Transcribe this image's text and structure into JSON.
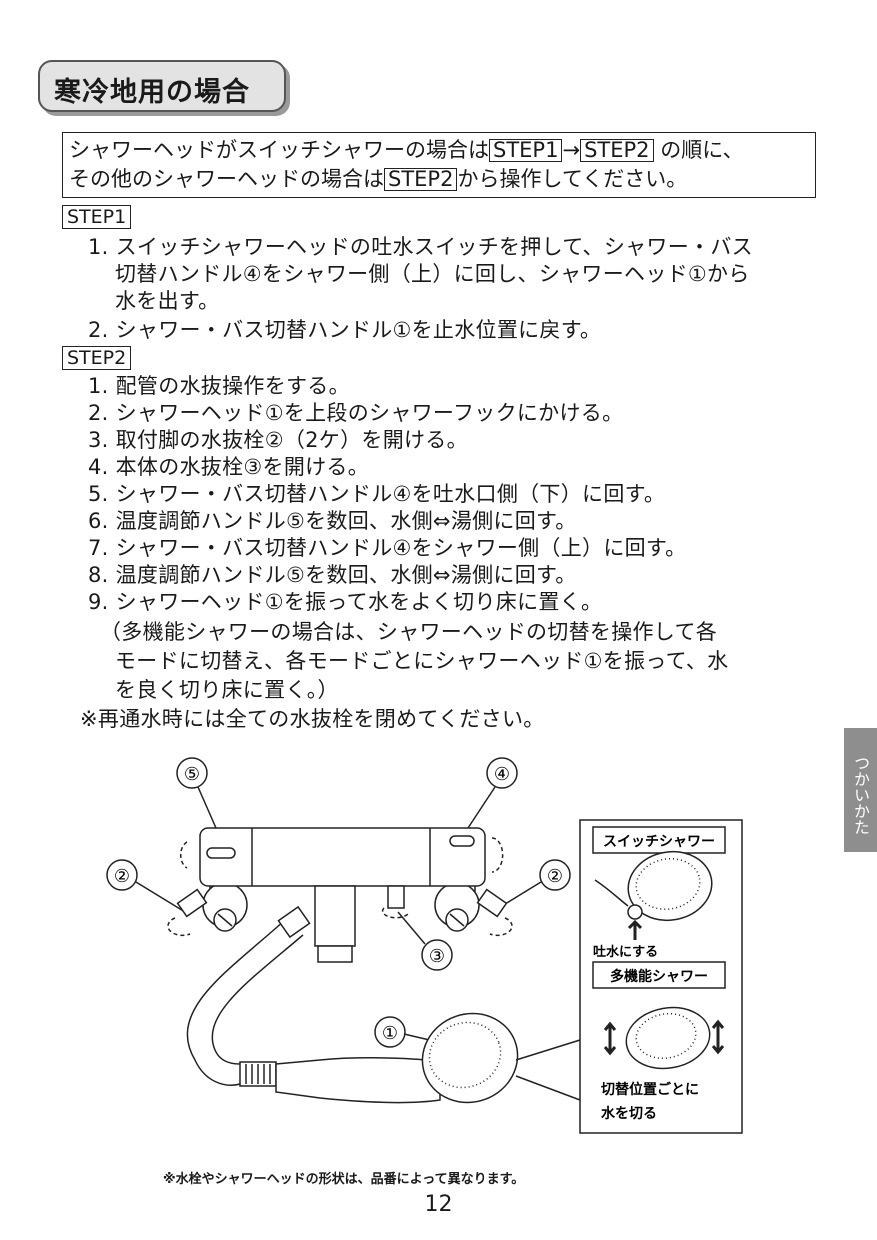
{
  "title": "寒冷地用の場合",
  "intro": {
    "l1_a": "シャワーヘッドがスイッチシャワーの場合は",
    "step1": "STEP1",
    "arrow": "→",
    "step2": "STEP2",
    "l1_b": "の順に、",
    "l2_a": "その他のシャワーヘッドの場合は",
    "l2_b": "から操作してください。"
  },
  "step1": {
    "label": "STEP1",
    "lines": [
      "1. スイッチシャワーヘッドの吐水スイッチを押して、シャワー・バス",
      "切替ハンドル④をシャワー側（上）に回し、シャワーヘッド①から",
      "水を出す。",
      "2. シャワー・バス切替ハンドル①を止水位置に戻す。"
    ]
  },
  "step2": {
    "label": "STEP2",
    "lines": [
      "1. 配管の水抜操作をする。",
      "2. シャワーヘッド①を上段のシャワーフックにかける。",
      "3. 取付脚の水抜栓②（2ケ）を開ける。",
      "4. 本体の水抜栓③を開ける。",
      "5. シャワー・バス切替ハンドル④を吐水口側（下）に回す。",
      "6. 温度調節ハンドル⑤を数回、水側⇔湯側に回す。",
      "7. シャワー・バス切替ハンドル④をシャワー側（上）に回す。",
      "8. 温度調節ハンドル⑤を数回、水側⇔湯側に回す。",
      "9. シャワーヘッド①を振って水をよく切り床に置く。",
      "（多機能シャワーの場合は、シャワーヘッドの切替を操作して各",
      "モードに切替え、各モードごとにシャワーヘッド①を振って、水",
      "を良く切り床に置く。）"
    ],
    "note": "※再通水時には全ての水抜栓を閉めてください。"
  },
  "side_tab": "つかいかた",
  "diagram": {
    "n5": "⑤",
    "n4": "④",
    "n2a": "②",
    "n2b": "②",
    "n3": "③",
    "n1": "①",
    "switch_title": "スイッチシャワー",
    "switch_caption": "吐水にする",
    "multi_title": "多機能シャワー",
    "multi_caption_1": "切替位置ごとに",
    "multi_caption_2": "水を切る"
  },
  "footnote": "※水栓やシャワーヘッドの形状は、品番によって異なります。",
  "page_number": "12"
}
